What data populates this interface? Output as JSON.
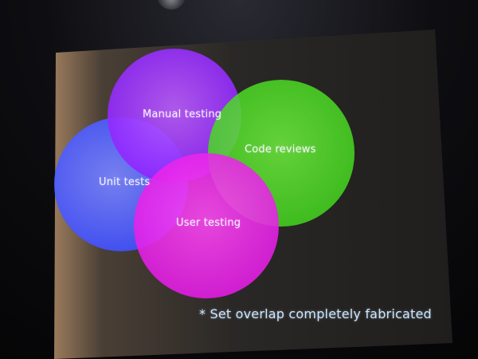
{
  "slide": {
    "sets": [
      {
        "label": "Manual testing",
        "color": "#a63cff"
      },
      {
        "label": "Code reviews",
        "color": "#58e82a"
      },
      {
        "label": "Unit tests",
        "color": "#5d6cff"
      },
      {
        "label": "User testing",
        "color": "#ff2cf0"
      }
    ],
    "footnote": "* Set overlap completely fabricated"
  },
  "colors": {
    "screen": "#2e2c2a",
    "room": "#070708"
  }
}
